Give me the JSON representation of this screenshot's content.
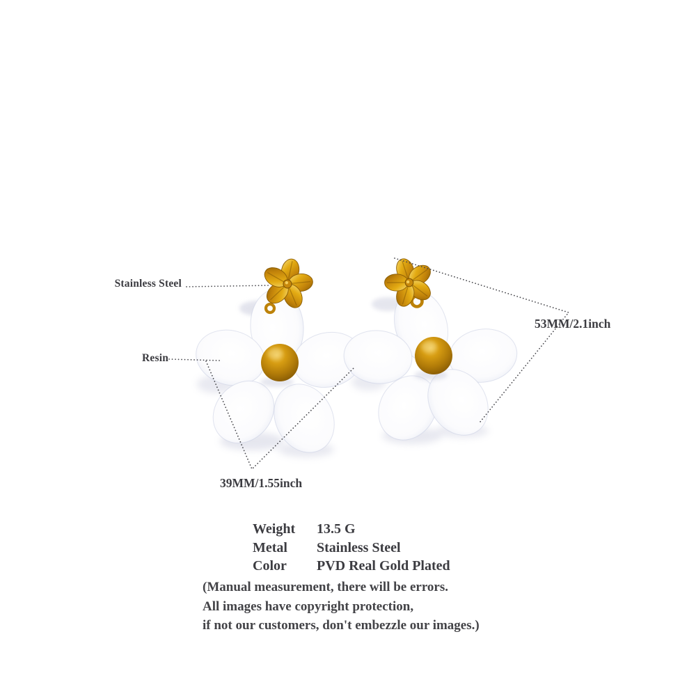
{
  "annotations": {
    "stainless_steel": "Stainless Steel",
    "resin": "Resin",
    "length": "53MM/2.1inch",
    "width": "39MM/1.55inch"
  },
  "specs": {
    "rows": [
      {
        "label": "Weight",
        "value": "13.5 G"
      },
      {
        "label": "Metal",
        "value": "Stainless Steel"
      },
      {
        "label": "Color",
        "value": "PVD Real Gold Plated"
      }
    ]
  },
  "disclaimer": {
    "lines": [
      "(Manual measurement, there will be errors.",
      "All images have copyright protection,",
      "if not our customers, don't embezzle our images.)"
    ]
  },
  "colors": {
    "text": "#3c3c41",
    "dotted_line": "#47474c",
    "gold": "#d69c12",
    "gold_highlight": "#f7df7f",
    "gold_shadow": "#7f5504",
    "petal_white": "#fbfbfd",
    "petal_edge": "#e9ecf5"
  }
}
